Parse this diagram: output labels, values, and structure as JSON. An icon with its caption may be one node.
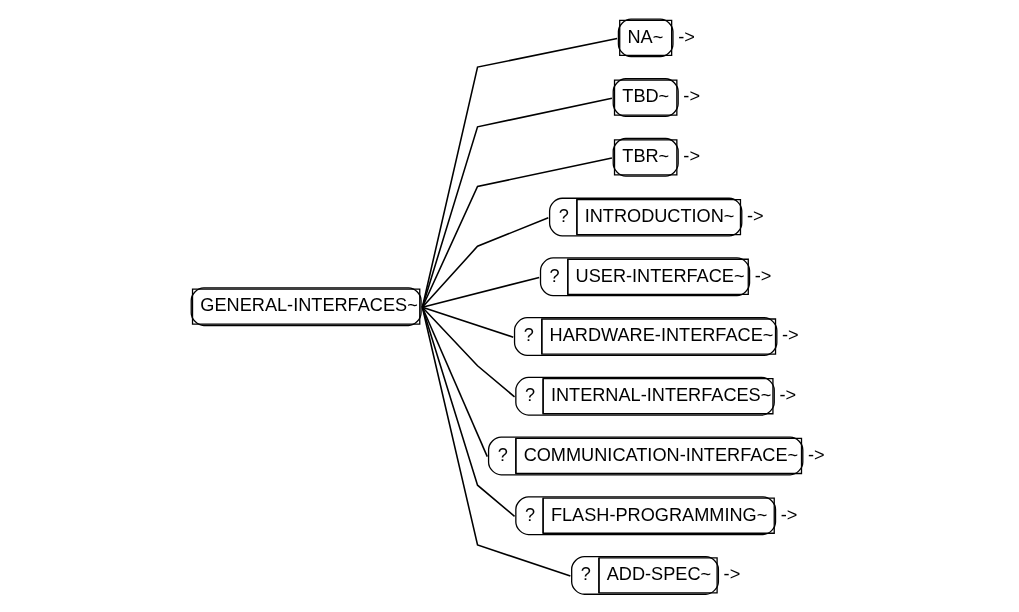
{
  "diagram": {
    "nodes": [
      {
        "text": [
          "GENERAL-INTERFACES~"
        ]
      },
      {
        "text": [
          "NA~"
        ],
        "beside": [
          "->"
        ]
      },
      {
        "text": [
          "TBD~"
        ],
        "beside": [
          "->"
        ]
      },
      {
        "text": [
          "TBR~"
        ],
        "beside": [
          "->"
        ]
      },
      {
        "text": [
          "?",
          "INTRODUCTION~"
        ],
        "beside": [
          "->"
        ]
      },
      {
        "text": [
          "?",
          "USER-INTERFACE~"
        ],
        "beside": [
          "->"
        ]
      },
      {
        "text": [
          "?",
          "HARDWARE-INTERFACE~"
        ],
        "beside": [
          "->"
        ]
      },
      {
        "text": [
          "?",
          "INTERNAL-INTERFACES~"
        ],
        "beside": [
          "->"
        ]
      },
      {
        "text": [
          "?",
          "COMMUNICATION-INTERFACE~"
        ],
        "beside": [
          "->"
        ]
      },
      {
        "text": [
          "?",
          "FLASH-PROGRAMMING~"
        ],
        "beside": [
          "->"
        ]
      },
      {
        "text": [
          "?",
          "ADD-SPEC~"
        ],
        "beside": [
          "->"
        ]
      }
    ],
    "edges": [
      {
        "from": 0,
        "to": 1,
        "arrow": "none"
      },
      {
        "from": 0,
        "to": 2,
        "arrow": "none"
      },
      {
        "from": 0,
        "to": 3,
        "arrow": "none"
      },
      {
        "from": 0,
        "to": 4,
        "arrow": "none"
      },
      {
        "from": 0,
        "to": 5,
        "arrow": "none"
      },
      {
        "from": 0,
        "to": 6,
        "arrow": "none"
      },
      {
        "from": 0,
        "to": 7,
        "arrow": "none"
      },
      {
        "from": 0,
        "to": 8,
        "arrow": "none"
      },
      {
        "from": 0,
        "to": 9,
        "arrow": "none"
      },
      {
        "from": 0,
        "to": 10,
        "arrow": "none"
      }
    ]
  }
}
